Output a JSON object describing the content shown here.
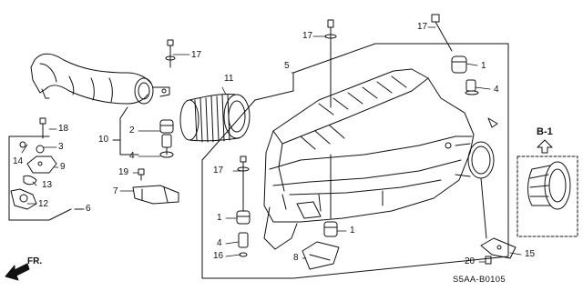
{
  "diagram": {
    "callouts": {
      "c17a": "17",
      "c17b": "17",
      "c17c": "17",
      "c17d": "17",
      "c1a": "1",
      "c1b": "1",
      "c1c": "1",
      "c2": "2",
      "c3": "3",
      "c4a": "4",
      "c4b": "4",
      "c4c": "4",
      "c5": "5",
      "c6": "6",
      "c7": "7",
      "c8": "8",
      "c9": "9",
      "c10": "10",
      "c11": "11",
      "c12": "12",
      "c13": "13",
      "c14": "14",
      "c15": "15",
      "c16": "16",
      "c18": "18",
      "c19": "19",
      "c20": "20"
    },
    "detail_label": "B-1",
    "direction_label": "FR.",
    "diagram_code": "S5AA-B0105"
  }
}
